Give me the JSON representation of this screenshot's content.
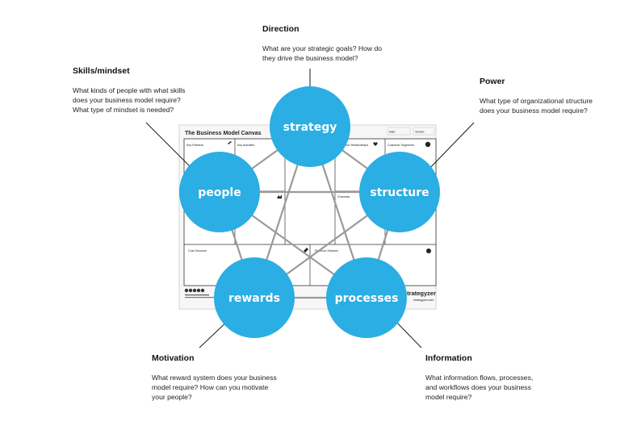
{
  "canvas": {
    "title": "The Business Model Canvas",
    "date_label": "Date:",
    "version_label": "Version:",
    "cells": {
      "key_partners": "Key Partners",
      "key_activities": "Key Activities",
      "customer_relationships": "Customer Relationships",
      "customer_segments": "Customer Segments",
      "channels": "Channels",
      "cost_structure": "Cost Structure",
      "revenue_streams": "Revenue Streams"
    },
    "brand": "strategyzer",
    "brand_url": "strategyzer.com"
  },
  "nodes": {
    "strategy": "strategy",
    "people": "people",
    "structure": "structure",
    "rewards": "rewards",
    "processes": "processes"
  },
  "annotations": {
    "direction": {
      "title": "Direction",
      "text": "What are your strategic goals? How do\nthey drive the business model?"
    },
    "skills": {
      "title": "Skills/mindset",
      "text": "What kinds of people with what skills\ndoes your business model require?\nWhat type of mindset is needed?"
    },
    "power": {
      "title": "Power",
      "text": "What type of organizational structure\ndoes your business model require?"
    },
    "motivation": {
      "title": "Motivation",
      "text": "What reward system does your business\nmodel require? How can you motivate\nyour people?"
    },
    "information": {
      "title": "Information",
      "text": "What information flows, processes,\nand workflows does your business\nmodel require?"
    }
  },
  "colors": {
    "circle": "#2aaee3",
    "line": "#9a9a9a",
    "leader": "#1a1a1a"
  }
}
